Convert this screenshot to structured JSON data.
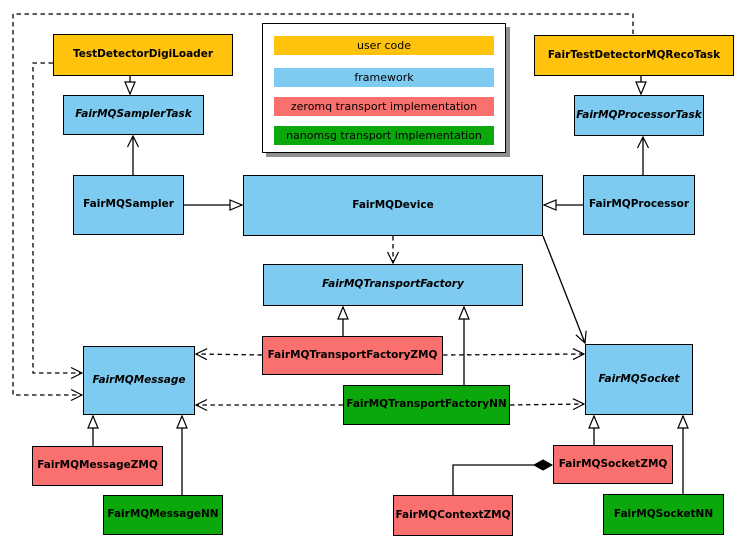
{
  "colors": {
    "user_code": "#FFC20D",
    "framework": "#7DCBF0",
    "zeromq": "#F9706E",
    "nanomsg": "#0BA80B",
    "border": "#000000",
    "background": "#FFFFFF"
  },
  "legend": {
    "items": [
      {
        "label": "user code",
        "category": "user_code"
      },
      {
        "label": "framework",
        "category": "framework"
      },
      {
        "label": "zeromq transport implementation",
        "category": "zeromq"
      },
      {
        "label": "nanomsg transport implementation",
        "category": "nanomsg"
      }
    ]
  },
  "nodes": [
    {
      "id": "TestDetectorDigiLoader",
      "label": "TestDetectorDigiLoader",
      "category": "user_code",
      "abstract": false
    },
    {
      "id": "FairTestDetectorMQRecoTask",
      "label": "FairTestDetectorMQRecoTask",
      "category": "user_code",
      "abstract": false
    },
    {
      "id": "FairMQSamplerTask",
      "label": "FairMQSamplerTask",
      "category": "framework",
      "abstract": true
    },
    {
      "id": "FairMQProcessorTask",
      "label": "FairMQProcessorTask",
      "category": "framework",
      "abstract": true
    },
    {
      "id": "FairMQSampler",
      "label": "FairMQSampler",
      "category": "framework",
      "abstract": false
    },
    {
      "id": "FairMQDevice",
      "label": "FairMQDevice",
      "category": "framework",
      "abstract": false
    },
    {
      "id": "FairMQProcessor",
      "label": "FairMQProcessor",
      "category": "framework",
      "abstract": false
    },
    {
      "id": "FairMQTransportFactory",
      "label": "FairMQTransportFactory",
      "category": "framework",
      "abstract": true
    },
    {
      "id": "FairMQTransportFactoryZMQ",
      "label": "FairMQTransportFactoryZMQ",
      "category": "zeromq",
      "abstract": false
    },
    {
      "id": "FairMQTransportFactoryNN",
      "label": "FairMQTransportFactoryNN",
      "category": "nanomsg",
      "abstract": false
    },
    {
      "id": "FairMQMessage",
      "label": "FairMQMessage",
      "category": "framework",
      "abstract": true
    },
    {
      "id": "FairMQSocket",
      "label": "FairMQSocket",
      "category": "framework",
      "abstract": true
    },
    {
      "id": "FairMQMessageZMQ",
      "label": "FairMQMessageZMQ",
      "category": "zeromq",
      "abstract": false
    },
    {
      "id": "FairMQMessageNN",
      "label": "FairMQMessageNN",
      "category": "nanomsg",
      "abstract": false
    },
    {
      "id": "FairMQContextZMQ",
      "label": "FairMQContextZMQ",
      "category": "zeromq",
      "abstract": false
    },
    {
      "id": "FairMQSocketZMQ",
      "label": "FairMQSocketZMQ",
      "category": "zeromq",
      "abstract": false
    },
    {
      "id": "FairMQSocketNN",
      "label": "FairMQSocketNN",
      "category": "nanomsg",
      "abstract": false
    }
  ],
  "relationships": [
    {
      "from": "TestDetectorDigiLoader",
      "to": "FairMQSamplerTask",
      "type": "inheritance"
    },
    {
      "from": "FairMQSampler",
      "to": "FairMQSamplerTask",
      "type": "association"
    },
    {
      "from": "FairMQSampler",
      "to": "FairMQDevice",
      "type": "inheritance"
    },
    {
      "from": "FairTestDetectorMQRecoTask",
      "to": "FairMQProcessorTask",
      "type": "inheritance"
    },
    {
      "from": "FairMQProcessor",
      "to": "FairMQProcessorTask",
      "type": "association"
    },
    {
      "from": "FairMQProcessor",
      "to": "FairMQDevice",
      "type": "inheritance"
    },
    {
      "from": "FairMQDevice",
      "to": "FairMQTransportFactory",
      "type": "dependency"
    },
    {
      "from": "FairMQDevice",
      "to": "FairMQSocket",
      "type": "association"
    },
    {
      "from": "FairMQTransportFactoryZMQ",
      "to": "FairMQTransportFactory",
      "type": "inheritance"
    },
    {
      "from": "FairMQTransportFactoryNN",
      "to": "FairMQTransportFactory",
      "type": "inheritance"
    },
    {
      "from": "FairMQTransportFactoryZMQ",
      "to": "FairMQMessage",
      "type": "dependency"
    },
    {
      "from": "FairMQTransportFactoryZMQ",
      "to": "FairMQSocket",
      "type": "dependency"
    },
    {
      "from": "FairMQTransportFactoryNN",
      "to": "FairMQMessage",
      "type": "dependency"
    },
    {
      "from": "FairMQTransportFactoryNN",
      "to": "FairMQSocket",
      "type": "dependency"
    },
    {
      "from": "TestDetectorDigiLoader",
      "to": "FairMQMessage",
      "type": "dependency"
    },
    {
      "from": "FairTestDetectorMQRecoTask",
      "to": "FairMQMessage",
      "type": "dependency"
    },
    {
      "from": "FairMQMessageZMQ",
      "to": "FairMQMessage",
      "type": "inheritance"
    },
    {
      "from": "FairMQMessageNN",
      "to": "FairMQMessage",
      "type": "inheritance"
    },
    {
      "from": "FairMQSocketZMQ",
      "to": "FairMQSocket",
      "type": "inheritance"
    },
    {
      "from": "FairMQSocketNN",
      "to": "FairMQSocket",
      "type": "inheritance"
    },
    {
      "from": "FairMQContextZMQ",
      "to": "FairMQSocketZMQ",
      "type": "composition"
    }
  ]
}
